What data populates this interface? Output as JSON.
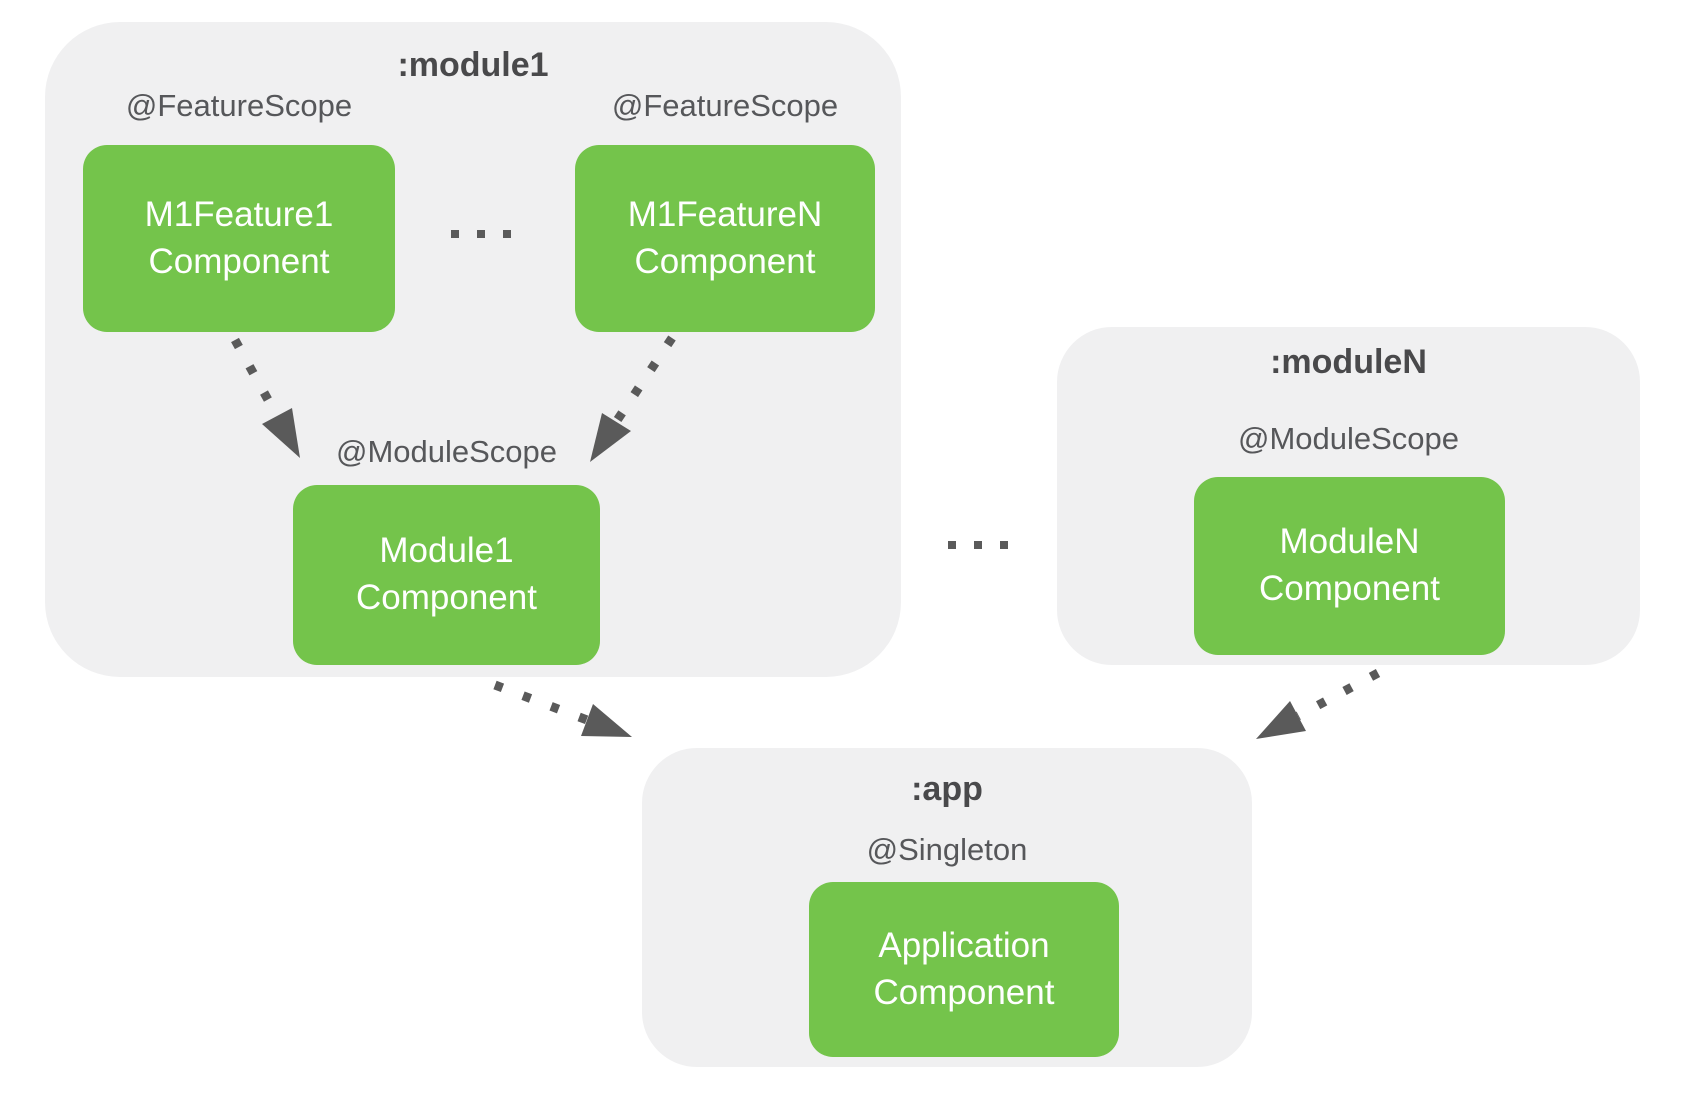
{
  "colors": {
    "page_bg": "#ffffff",
    "group_bg": "#f0f0f1",
    "node_bg": "#74c44b",
    "node_text": "#ffffff",
    "title_text": "#49494b",
    "label_text": "#56575a",
    "arrow": "#5a5a5a"
  },
  "module1": {
    "title": ":module1",
    "features": [
      {
        "scope": "@FeatureScope",
        "name_lines": [
          "M1Feature1",
          "Component"
        ]
      },
      {
        "scope": "@FeatureScope",
        "name_lines": [
          "M1FeatureN",
          "Component"
        ]
      }
    ],
    "features_ellipsis": "...",
    "module_scope": "@ModuleScope",
    "module_name_lines": [
      "Module1",
      "Component"
    ]
  },
  "modules_ellipsis": "...",
  "moduleN": {
    "title": ":moduleN",
    "scope": "@ModuleScope",
    "name_lines": [
      "ModuleN",
      "Component"
    ]
  },
  "app": {
    "title": ":app",
    "scope": "@Singleton",
    "name_lines": [
      "Application",
      "Component"
    ]
  }
}
